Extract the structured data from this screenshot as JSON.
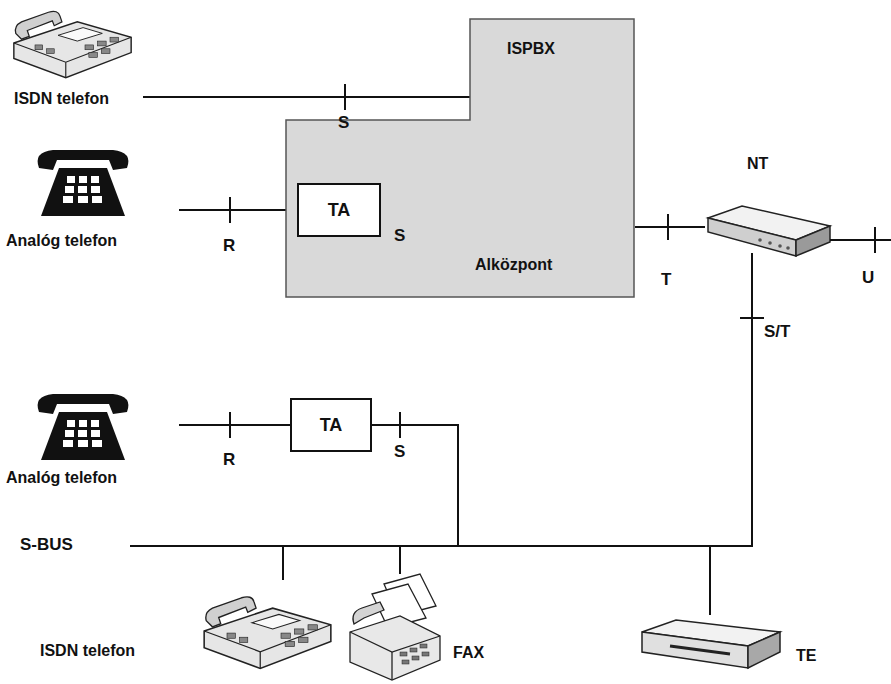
{
  "diagram": {
    "nodes": [
      {
        "text": [
          "ISDN telefon"
        ]
      },
      {
        "text": [
          "ISPBX",
          "Alközpont"
        ]
      },
      {
        "text": [
          "TA"
        ],
        "in": 1
      },
      {
        "text": [
          "Analóg telefon"
        ]
      },
      {
        "text": [
          "NT"
        ]
      },
      {
        "text": [
          "Analóg telefon"
        ]
      },
      {
        "text": [
          "TA"
        ]
      },
      {
        "text": [
          "ISDN telefon"
        ]
      },
      {
        "text": [
          "FAX"
        ]
      },
      {
        "text": [
          "TE"
        ]
      }
    ],
    "edges": [
      {
        "from": 0,
        "to": 1,
        "arrow": "none",
        "label": "S"
      },
      {
        "from": 3,
        "to": 2,
        "arrow": "none",
        "label": "R"
      },
      {
        "from": 2,
        "to": 1,
        "arrow": "none",
        "label": "S"
      },
      {
        "from": 1,
        "to": 4,
        "arrow": "none",
        "label": "T"
      },
      {
        "from": 5,
        "to": 6,
        "arrow": "none",
        "label": "R"
      },
      {
        "from": 6,
        "to": 4,
        "arrow": "none",
        "label": "S"
      },
      {
        "from": 7,
        "to": 4,
        "arrow": "none"
      },
      {
        "from": 8,
        "to": 4,
        "arrow": "none"
      },
      {
        "from": 9,
        "to": 4,
        "arrow": "none"
      }
    ],
    "labels": [
      "U",
      "S/T",
      "S-BUS"
    ]
  }
}
